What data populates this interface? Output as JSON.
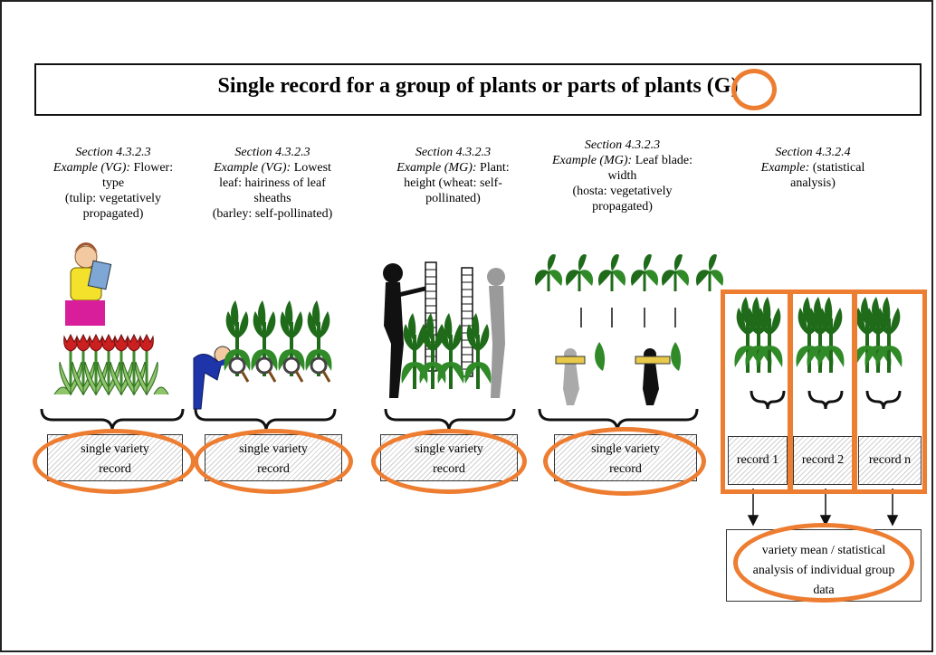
{
  "title": "Single record for a group of plants or parts of plants (G)",
  "columns": [
    {
      "section": "Section 4.3.2.3",
      "example_label": "Example (VG):",
      "example_lines": [
        "Flower:",
        "type",
        "(tulip:  vegetatively",
        "propagated)"
      ],
      "record": [
        "single  variety",
        "record"
      ]
    },
    {
      "section": "Section 4.3.2.3",
      "example_label": "Example (VG):",
      "example_lines": [
        "Lowest",
        "leaf:  hairiness of leaf",
        "sheaths",
        "(barley:  self-pollinated)"
      ],
      "record": [
        "single  variety",
        "record"
      ]
    },
    {
      "section": "Section 4.3.2.3",
      "example_label": "Example (MG):",
      "example_lines": [
        "Plant:",
        "height (wheat:  self-",
        "pollinated)"
      ],
      "record": [
        "single  variety",
        "record"
      ]
    },
    {
      "section": "Section 4.3.2.3",
      "example_label": "Example (MG):",
      "example_lines": [
        "Leaf blade:",
        "width",
        "(hosta: vegetatively",
        "propagated)"
      ],
      "record": [
        "single variety",
        "record"
      ]
    },
    {
      "section": "Section 4.3.2.4",
      "example_label": "Example:",
      "example_lines": [
        "(statistical",
        "analysis)"
      ]
    }
  ],
  "records": [
    "record 1",
    "record 2",
    "record n"
  ],
  "summary": [
    "variety  mean / statistical",
    "analysis  of individual  group",
    "data"
  ],
  "colors": {
    "highlight": "#ed7d31",
    "plant": "#1f6b1a",
    "tulip": "#cc1f1f",
    "person_blue": "#1d35a8"
  }
}
